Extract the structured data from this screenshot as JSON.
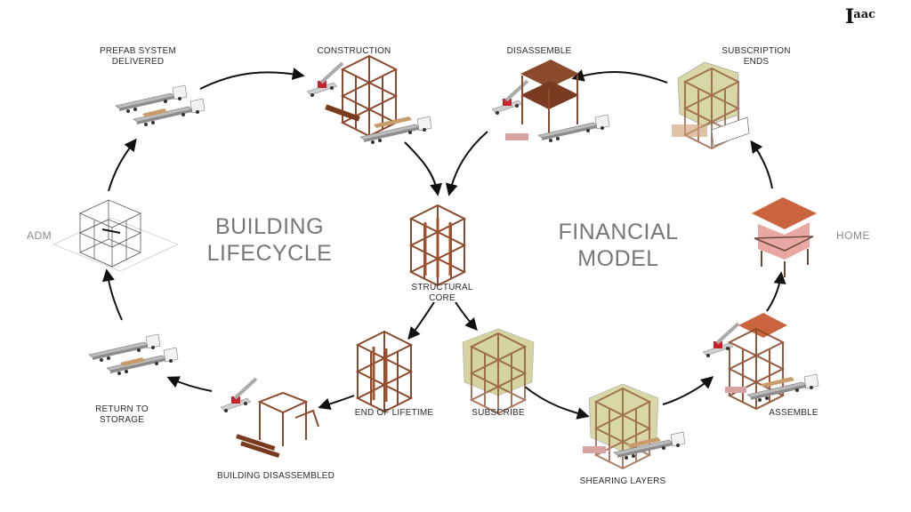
{
  "logo": {
    "main": "I",
    "sup": "aac"
  },
  "titles": {
    "left_line1": "BUILDING",
    "left_line2": "LIFECYCLE",
    "right_line1": "FINANCIAL",
    "right_line2": "MODEL"
  },
  "side_labels": {
    "left": "ADM",
    "right": "HOME"
  },
  "stages": {
    "prefab_line1": "PREFAB SYSTEM",
    "prefab_line2": "DELIVERED",
    "construction": "CONSTRUCTION",
    "disassemble": "DISASSEMBLE",
    "subscription_line1": "SUBSCRIPTION",
    "subscription_line2": "ENDS",
    "core_line1": "STRUCTURAL",
    "core_line2": "CORE",
    "return_line1": "RETURN TO",
    "return_line2": "STORAGE",
    "end_of_lifetime": "END OF LIFETIME",
    "subscribe": "SUBSCRIBE",
    "assemble": "ASSEMBLE",
    "building_disassembled": "BUILDING DISASSEMBLED",
    "shearing_layers": "SHEARING LAYERS"
  },
  "colors": {
    "timber": "#8b4a2b",
    "membrane": "#c9c98a",
    "roof": "#c9643e",
    "wall": "#e8a7a3",
    "arrow": "#111111"
  }
}
